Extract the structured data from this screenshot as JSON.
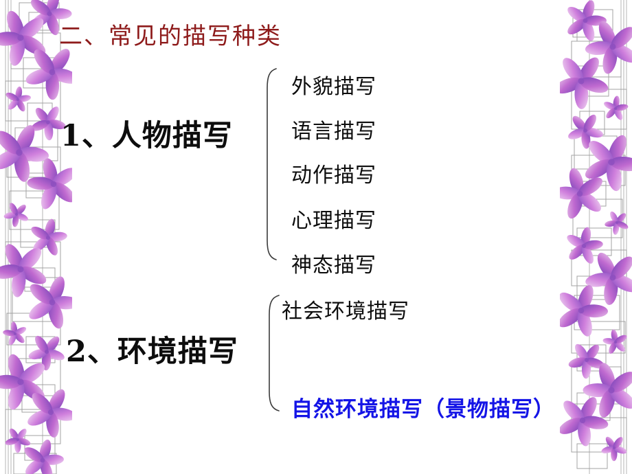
{
  "slide": {
    "title": "二、常见的描写种类",
    "title_color": "#8e1b1b",
    "background_color": "#ffffff",
    "body_text_color": "#0d0d0d",
    "accent_text_color": "#1414e6"
  },
  "groups": [
    {
      "heading": "1、人物描写",
      "items": [
        {
          "label": "外貌描写",
          "color": "#0d0d0d"
        },
        {
          "label": "语言描写",
          "color": "#0d0d0d"
        },
        {
          "label": "动作描写",
          "color": "#0d0d0d"
        },
        {
          "label": "心理描写",
          "color": "#0d0d0d"
        },
        {
          "label": "神态描写",
          "color": "#0d0d0d"
        }
      ]
    },
    {
      "heading": "2、环境描写",
      "items": [
        {
          "label": "社会环境描写",
          "color": "#0d0d0d"
        },
        {
          "label": "自然环境描写（景物描写）",
          "color": "#1414e6"
        }
      ]
    }
  ],
  "decoration": {
    "left_border": "floral-sakura-border",
    "right_border": "floral-sakura-border-mirrored",
    "flower_colors": [
      "#b05fc4",
      "#7b4fc0",
      "#d98fd6",
      "#e3b6e8"
    ],
    "rectangle_outline_color": "#9a9a9a"
  }
}
